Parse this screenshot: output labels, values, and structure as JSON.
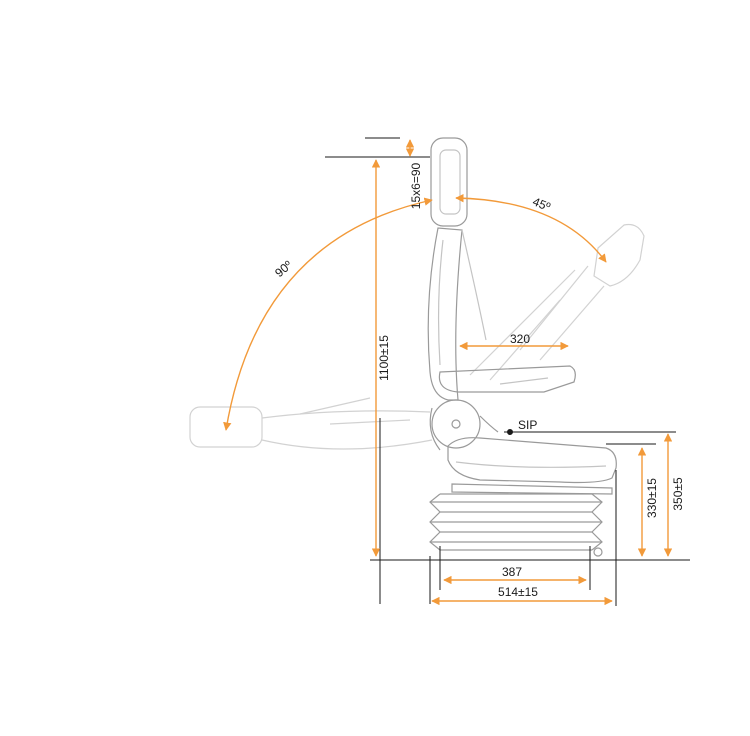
{
  "colors": {
    "dimension": "#f29a3a",
    "outline": "#9a9a9a",
    "outline_faint": "#cfcfcf",
    "reference": "#1a1a1a"
  },
  "labels": {
    "headrest_adjust": "15x6=90",
    "back_tilt_forward": "45º",
    "back_tilt_back": "90º",
    "armrest_width": "320",
    "sip": "SIP",
    "overall_height": "1100±15",
    "sip_height_330": "330±15",
    "sip_height_350": "350±5",
    "base_width": "387",
    "seat_depth": "514±15"
  }
}
